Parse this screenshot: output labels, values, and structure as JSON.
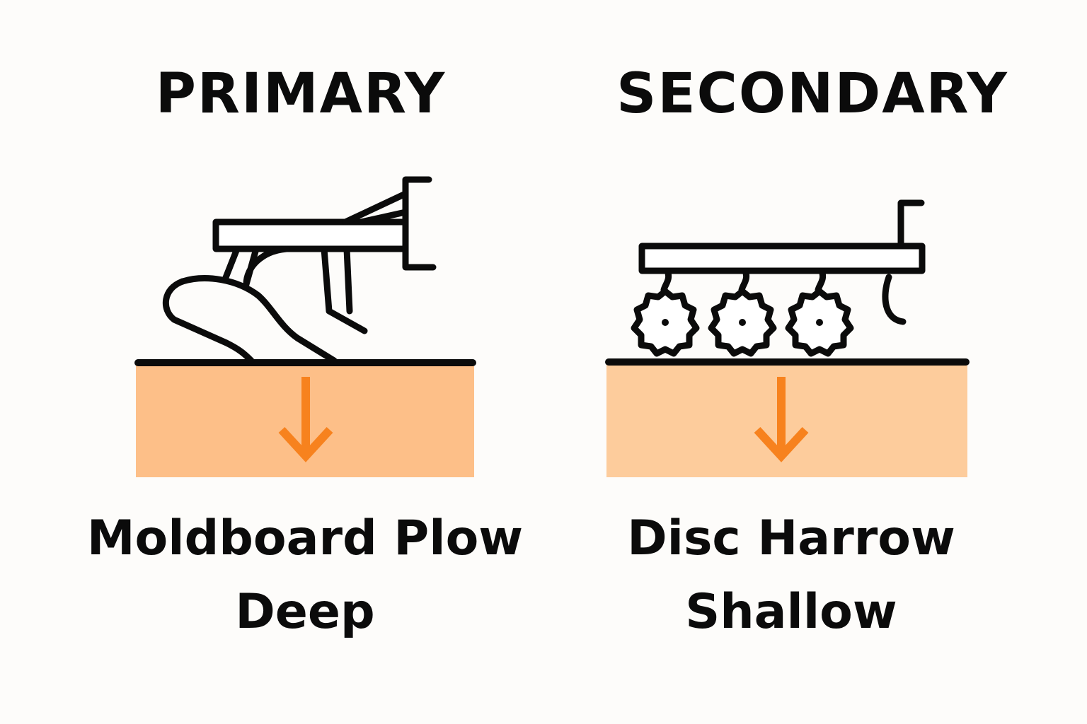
{
  "panels": [
    {
      "heading": "PRIMARY",
      "tool": "Moldboard Plow",
      "depth": "Deep",
      "icon": "moldboard-plow-icon",
      "soil_color": "#fdbf88"
    },
    {
      "heading": "SECONDARY",
      "tool": "Disc Harrow",
      "depth": "Shallow",
      "icon": "disc-harrow-icon",
      "soil_color": "#fdcc9c"
    }
  ],
  "colors": {
    "arrow": "#f7821e",
    "line": "#0b0b0b",
    "background": "#fdfcfa"
  }
}
